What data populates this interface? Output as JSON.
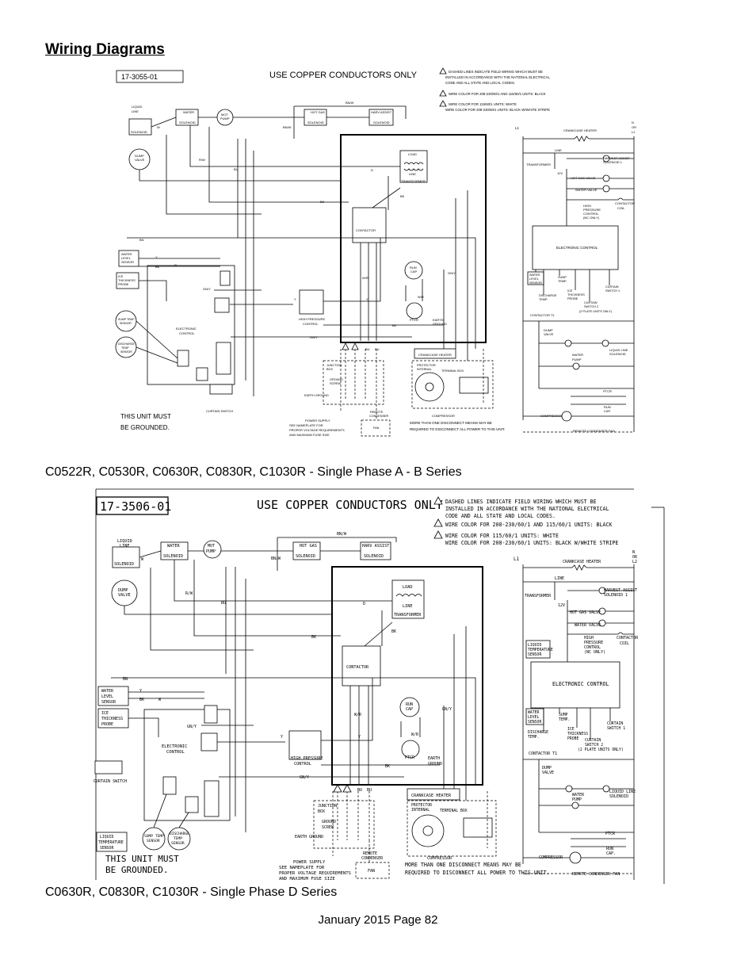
{
  "page_heading": "Wiring Diagrams",
  "footer": "January 2015 Page 82",
  "diagram_a": {
    "caption": "C0522R, C0530R, C0630R, C0830R, C1030R - Single Phase A - B Series",
    "part_number": "17-3055-01",
    "copper_notice": "USE COPPER CONDUCTORS ONLY",
    "notes": [
      "DASHED LINES INDICATE FIELD WIRING WHICH MUST BE",
      "INSTALLED IN ACCORDANCE WITH THE NATIONAL ELECTRICAL",
      "CODE AND ALL STATE AND LOCAL CODES.",
      "WIRE COLOR FOR 208-230/60/1 AND 115/60/1 UNITS: BLACK",
      "WIRE COLOR FOR 115/60/1 UNITS: WHITE",
      "WIRE COLOR FOR 208-230/60/1 UNITS: BLACK W/WHITE STRIPE"
    ],
    "ground_note": [
      "THIS UNIT MUST",
      "BE GROUNDED."
    ],
    "disconnect_note": [
      "MORE THAN ONE DISCONNECT MEANS MAY BE",
      "REQUIRED TO DISCONNECT ALL POWER TO THIS UNIT."
    ],
    "power_note": [
      "POWER SUPPLY",
      "SEE NAMEPLATE FOR",
      "PROPER VOLTAGE REQUIREMENTS",
      "AND MAXIMUM FUSE SIZE"
    ],
    "labels": {
      "liquid_line": [
        "LIQUID",
        "LINE",
        "SOLENOID"
      ],
      "water_solenoid": [
        "WATER",
        "SOLENOID"
      ],
      "hot_gas": [
        "HOT GAS",
        "SOLENOID"
      ],
      "harv_assist": [
        "HARV ASSIST",
        "SOLENOID"
      ],
      "mot_pump": [
        "MOT",
        "PUMP"
      ],
      "dump_valve": [
        "DUMP",
        "VALVE"
      ],
      "load": "LOAD",
      "line": "LINE",
      "transformer": "TRANSFORMER",
      "contactor": "CONTACTOR",
      "water_level": [
        "WATER",
        "LEVEL",
        "SENSOR"
      ],
      "ice_thickness": [
        "ICE",
        "THICKNESS",
        "PROBE"
      ],
      "sump_temp": [
        "SUMP TEMP",
        "SENSOR"
      ],
      "discharge_temp": [
        "DISCHARGE",
        "TEMP",
        "SENSOR"
      ],
      "electronic_control": [
        "ELECTRONIC",
        "CONTROL"
      ],
      "high_pressure": [
        "HIGH PRESSURE",
        "CONTROL"
      ],
      "run_cap": [
        "RUN",
        "CAP"
      ],
      "ptcr": "PTCR",
      "earth_ground": [
        "EARTH",
        "GROUND"
      ],
      "crankcase": "CRANKCASE HEATER",
      "protector": [
        "PROTECTOR",
        "INTERNAL"
      ],
      "terminal_box": "TERMINAL BOX",
      "compressor": "COMPRESSOR",
      "junction_box": [
        "JUNCTION",
        "BOX"
      ],
      "ground_screw": [
        "GROUND",
        "SCREW"
      ],
      "earth_ground2": "EARTH GROUND",
      "remote_condenser": [
        "REMOTE",
        "CONDENSER"
      ],
      "fan": "FAN",
      "curtain_switch": "CURTAIN SWITCH",
      "wire_bk": "BK",
      "wire_w": "W",
      "wire_bu": "BU",
      "wire_bnw": "BN/W",
      "wire_rw": "R/W",
      "wire_bn": "BN",
      "wire_gny": "GN/Y",
      "wire_wr": "W/R",
      "wire_d": "D",
      "wire_y": "Y",
      "wire_r": "R"
    },
    "ladder": {
      "l1": "L1",
      "n_l2": [
        "N",
        "OR",
        "L2"
      ],
      "crankcase": "CRANKCASE HEATER",
      "line": "LINE",
      "transformer": "TRANSFORMER",
      "v12": "12V",
      "harvest_assist": [
        "HARVEST ASSIST",
        "SOLENOID 1"
      ],
      "hot_gas_valve": "HOT GAS VALVE",
      "water_valve": "WATER VALVE",
      "high_pressure": [
        "HIGH",
        "PRESSURE",
        "CONTROL",
        "(NC ONLY)"
      ],
      "contactor_coil": [
        "CONTACTOR",
        "COIL"
      ],
      "electronic_control": "ELECTRONIC CONTROL",
      "water_level": [
        "WATER",
        "LEVEL",
        "SENSOR"
      ],
      "sump_temp": [
        "SUMP",
        "TEMP."
      ],
      "discharge_temp": [
        "DISCHARGE",
        "TEMP."
      ],
      "ice_thickness": [
        "ICE",
        "THICKNESS",
        "PROBE"
      ],
      "curtain1": [
        "CURTAIN",
        "SWITCH 1"
      ],
      "curtain2": [
        "CURTAIN",
        "SWITCH 2",
        "(2 PLATE UNITS ONLY)"
      ],
      "contactor_t1": "CONTACTOR T1",
      "dump_valve": [
        "DUMP",
        "VALVE"
      ],
      "water_pump": [
        "WATER",
        "PUMP"
      ],
      "liquid_line": [
        "LIQUID LINE",
        "SOLENOID"
      ],
      "ptcr": "PTCR",
      "run_cap": [
        "RUN",
        "CAP."
      ],
      "compressor": "COMPRESSOR",
      "remote_fan": "REMOTE CONDENSER FAN"
    }
  },
  "diagram_b": {
    "caption": "C0630R, C0830R, C1030R - Single Phase D Series",
    "part_number": "17-3506-01",
    "copper_notice": "USE COPPER CONDUCTORS ONLY",
    "notes": [
      "DASHED LINES INDICATE FIELD WIRING WHICH MUST BE",
      "INSTALLED IN ACCORDANCE WITH THE NATIONAL ELECTRICAL",
      "CODE AND ALL STATE AND LOCAL CODES.",
      "WIRE COLOR FOR 208-230/60/1 AND 115/60/1 UNITS: BLACK",
      "WIRE COLOR FOR 115/60/1 UNITS: WHITE",
      "WIRE COLOR FOR 208-230/60/1 UNITS: BLACK W/WHITE STRIPE"
    ],
    "ground_note": [
      "THIS UNIT MUST",
      "BE GROUNDED."
    ],
    "disconnect_note": [
      "MORE THAN ONE DISCONNECT MEANS MAY BE",
      "REQUIRED TO DISCONNECT ALL POWER TO THIS UNIT."
    ],
    "power_note": [
      "POWER SUPPLY",
      "SEE NAMEPLATE FOR",
      "PROPER VOLTAGE REQUIREMENTS",
      "AND MAXIMUM FUSE SIZE"
    ],
    "labels": {
      "liquid_line": [
        "LIQUID",
        "LINE",
        "SOLENOID"
      ],
      "water_solenoid": [
        "WATER",
        "SOLENOID"
      ],
      "hot_gas": [
        "HOT GAS",
        "SOLENOID"
      ],
      "harv_assist": [
        "HARV ASSIST",
        "SOLENOID"
      ],
      "mot_pump": [
        "MOT",
        "PUMP"
      ],
      "dump_valve": [
        "DUMP",
        "VALVE"
      ],
      "load": "LOAD",
      "line": "LINE",
      "transformer": "TRANSFORMER",
      "contactor": "CONTACTOR",
      "water_level": [
        "WATER",
        "LEVEL",
        "SENSOR"
      ],
      "ice_thickness": [
        "ICE",
        "THICKNESS",
        "PROBE"
      ],
      "sump_temp": [
        "SUMP TEMP",
        "SENSOR"
      ],
      "discharge_temp": [
        "DISCHARGE",
        "TEMP",
        "SENSOR"
      ],
      "liquid_temp": [
        "LIQUID",
        "TEMPERATURE",
        "SENSOR"
      ],
      "electronic_control": [
        "ELECTRONIC",
        "CONTROL"
      ],
      "high_pressure": [
        "HIGH PRESSURE",
        "CONTROL"
      ],
      "run_cap": [
        "RUN",
        "CAP"
      ],
      "ptcr": "PTCR",
      "earth_ground": [
        "EARTH",
        "GROUND"
      ],
      "crankcase": "CRANKCASE HEATER",
      "protector": [
        "PROTECTOR",
        "INTERNAL"
      ],
      "terminal_box": "TERMINAL BOX",
      "compressor": "COMPRESSOR",
      "junction_box": [
        "JUNCTION",
        "BOX"
      ],
      "ground_screw": [
        "GROUND",
        "SCREW"
      ],
      "earth_ground2": "EARTH GROUND",
      "remote_condenser": [
        "REMOTE",
        "CONDENSER"
      ],
      "fan": "FAN",
      "curtain_switch": "CURTAIN SWITCH",
      "wire_bk": "BK",
      "wire_w": "W",
      "wire_bu": "BU",
      "wire_bnw": "BN/W",
      "wire_rw": "R/W",
      "wire_bn": "BN",
      "wire_gny": "GN/Y",
      "wire_wr": "W/R",
      "wire_d": "D",
      "wire_y": "Y",
      "wire_r": "R"
    },
    "ladder": {
      "l1": "L1",
      "n_l2": [
        "N",
        "OR",
        "L2"
      ],
      "crankcase": "CRANKCASE HEATER",
      "line": "LINE",
      "transformer": "TRANSFORMER",
      "v12": "12V",
      "harvest_assist": [
        "HARVEST ASSIST",
        "SOLENOID 1"
      ],
      "hot_gas_valve": "HOT GAS VALVE",
      "water_valve": "WATER VALVE",
      "liquid_temp": [
        "LIQUID",
        "TEMPERATURE",
        "SENSOR"
      ],
      "high_pressure": [
        "HIGH",
        "PRESSURE",
        "CONTROL",
        "(NC ONLY)"
      ],
      "contactor_coil": [
        "CONTACTOR",
        "COIL"
      ],
      "electronic_control": "ELECTRONIC CONTROL",
      "water_level": [
        "WATER",
        "LEVEL",
        "SENSOR"
      ],
      "sump_temp": [
        "SUMP",
        "TEMP."
      ],
      "discharge_temp": [
        "DISCHARGE",
        "TEMP."
      ],
      "ice_thickness": [
        "ICE",
        "THICKNESS",
        "PROBE"
      ],
      "curtain1": [
        "CURTAIN",
        "SWITCH 1"
      ],
      "curtain2": [
        "CURTAIN",
        "SWITCH 2",
        "(2 PLATE UNITS ONLY)"
      ],
      "contactor_t1": "CONTACTOR T1",
      "dump_valve": [
        "DUMP",
        "VALVE"
      ],
      "water_pump": [
        "WATER",
        "PUMP"
      ],
      "liquid_line": [
        "LIQUID LINE",
        "SOLENOID"
      ],
      "ptcr": "PTCR",
      "run_cap": [
        "RUN",
        "CAP."
      ],
      "compressor": "COMPRESSOR",
      "remote_fan": "REMOTE CONDENSER FAN"
    }
  }
}
